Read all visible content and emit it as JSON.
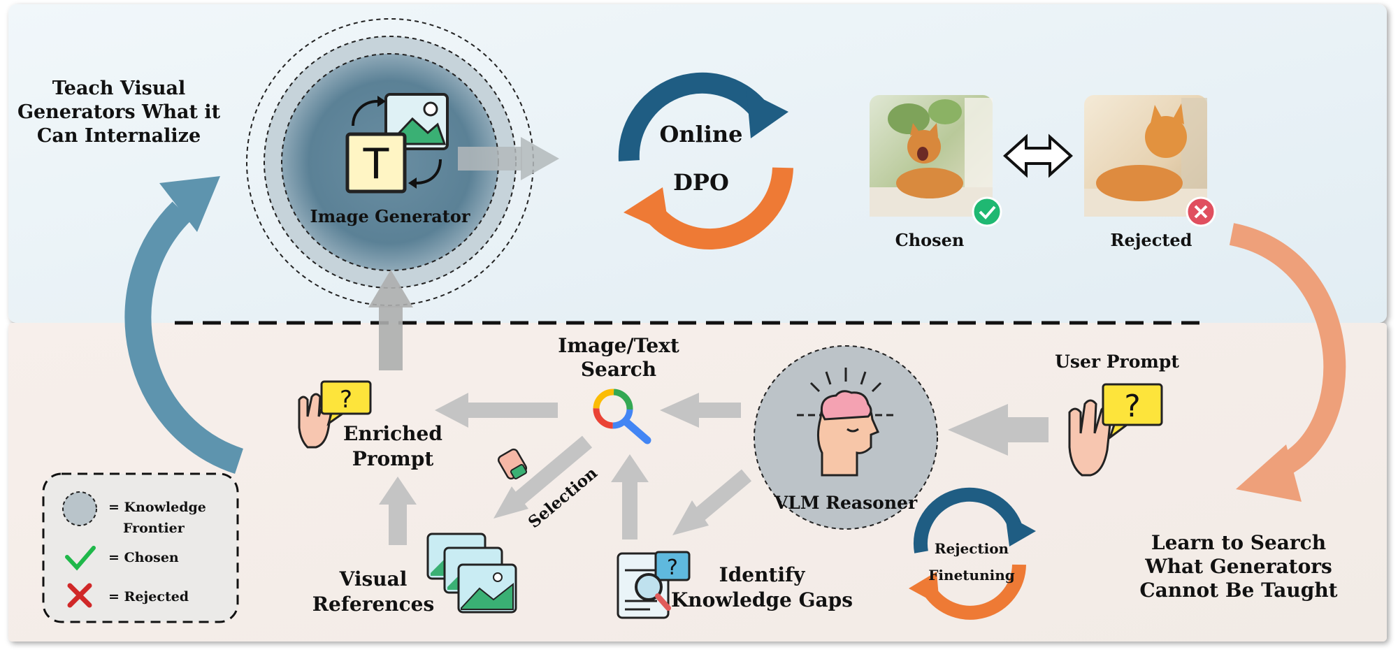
{
  "top": {
    "teach_line1": "Teach Visual",
    "teach_line2": "Generators What it",
    "teach_line3": "Can Internalize",
    "generator_label": "Image Generator",
    "generator_glyph": "T",
    "dpo_line1": "Online",
    "dpo_line2": "DPO",
    "chosen_label": "Chosen",
    "rejected_label": "Rejected"
  },
  "bottom": {
    "search_line1": "Image/Text",
    "search_line2": "Search",
    "enriched_line1": "Enriched",
    "enriched_line2": "Prompt",
    "selection_label": "Selection",
    "visual_line1": "Visual",
    "visual_line2": "References",
    "gaps_line1": "Identify",
    "gaps_line2": "Knowledge Gaps",
    "reasoner_label": "VLM Reasoner",
    "user_prompt_label": "User Prompt",
    "rft_line1": "Rejection",
    "rft_line2": "Finetuning",
    "learn_line1": "Learn to Search",
    "learn_line2": "What Generators",
    "learn_line3": "Cannot Be Taught"
  },
  "legend": {
    "frontier_line1": "= Knowledge",
    "frontier_line2": "Frontier",
    "chosen": "= Chosen",
    "rejected": "= Rejected"
  },
  "colors": {
    "top_panel": "#e9f2f7",
    "bottom_panel": "#f5ece8",
    "cycle_blue": "#1f5d83",
    "cycle_orange": "#ee7a35",
    "arrow_blue": "#5e94ae",
    "arrow_salmon": "#eea07a",
    "arrow_gray": "#bfbfbf",
    "check_green": "#1fb872",
    "cross_red": "#e04f5f"
  }
}
